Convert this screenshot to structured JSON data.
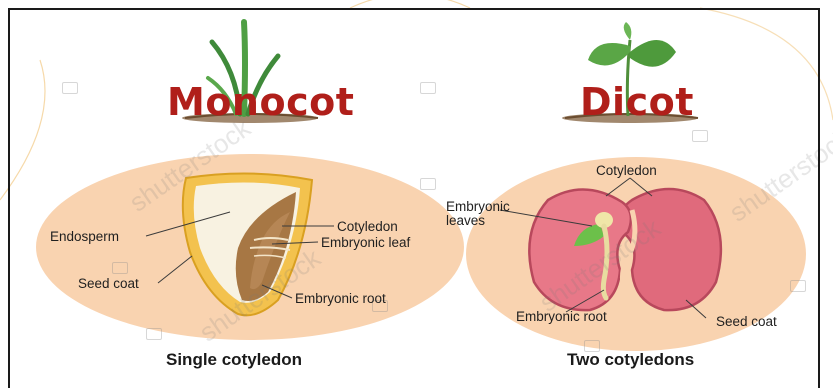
{
  "monocot": {
    "title": "Monocot",
    "caption": "Single cotyledon",
    "labels": {
      "endosperm": "Endosperm",
      "cotyledon": "Cotyledon",
      "embryonic_leaf": "Embryonic leaf",
      "seed_coat": "Seed coat",
      "embryonic_root": "Embryonic root"
    }
  },
  "dicot": {
    "title": "Dicot",
    "caption": "Two cotyledons",
    "labels": {
      "cotyledon": "Cotyledon",
      "embryonic_leaves_line1": "Embryonic",
      "embryonic_leaves_line2": "leaves",
      "embryonic_root": "Embryonic root",
      "seed_coat": "Seed coat"
    }
  },
  "colors": {
    "title": "#b01f1a",
    "oval": "#f9d3b0",
    "dicot_seed": "#e06a7c",
    "monocot_coat": "#f0b836",
    "endosperm": "#f8f2e1",
    "embryo": "#a77744"
  },
  "watermark": {
    "text": "shutterstock"
  }
}
